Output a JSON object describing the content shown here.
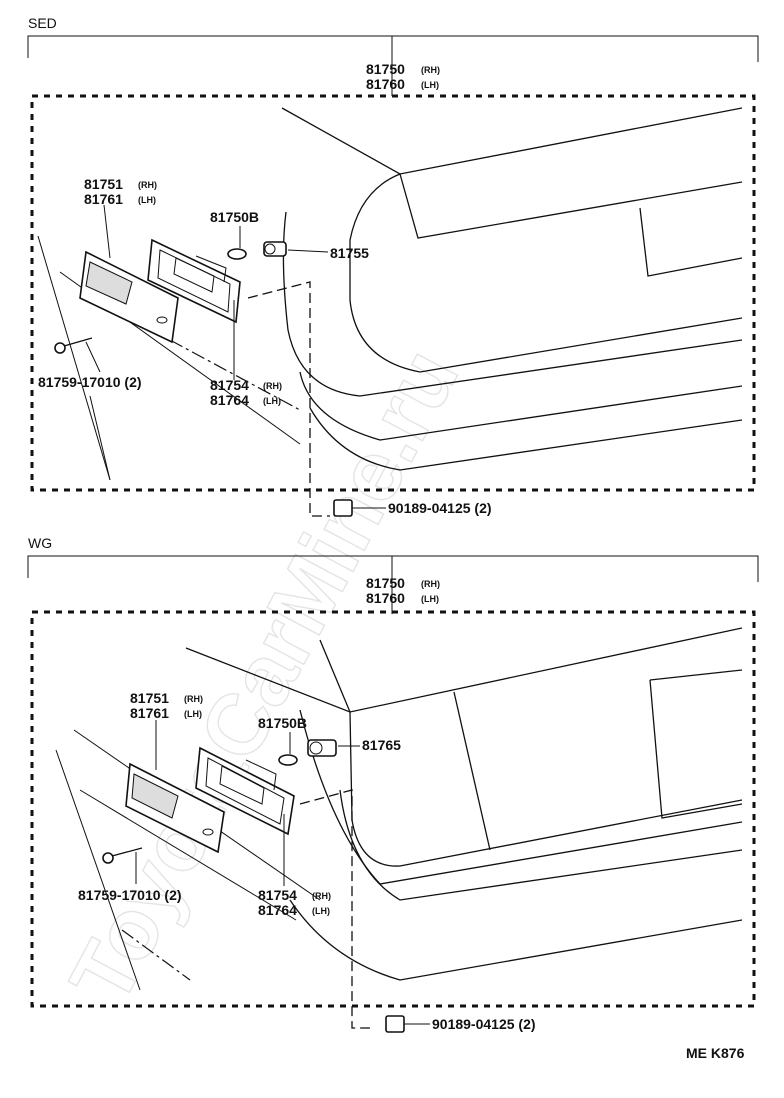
{
  "watermark": "ToyotaCarMine.ru",
  "footer_code": "ME  K876",
  "sections": [
    {
      "title": "SED",
      "assembly": {
        "part": "81750",
        "side": "(RH)",
        "part2": "81760",
        "side2": "(LH)"
      },
      "lens": {
        "part": "81751",
        "side": "(RH)",
        "part2": "81761",
        "side2": "(LH)"
      },
      "bulb": {
        "part": "81750B"
      },
      "socket": {
        "part": "81755"
      },
      "gasket": {
        "part": "81754",
        "side": "(RH)",
        "part2": "81764",
        "side2": "(LH)"
      },
      "screw": {
        "part": "81759-17010 (2)"
      },
      "nut": {
        "part": "90189-04125 (2)"
      }
    },
    {
      "title": "WG",
      "assembly": {
        "part": "81750",
        "side": "(RH)",
        "part2": "81760",
        "side2": "(LH)"
      },
      "lens": {
        "part": "81751",
        "side": "(RH)",
        "part2": "81761",
        "side2": "(LH)"
      },
      "bulb": {
        "part": "81750B"
      },
      "socket": {
        "part": "81765"
      },
      "gasket": {
        "part": "81754",
        "side": "(RH)",
        "part2": "81764",
        "side2": "(LH)"
      },
      "screw": {
        "part": "81759-17010 (2)"
      },
      "nut": {
        "part": "90189-04125 (2)"
      }
    }
  ]
}
